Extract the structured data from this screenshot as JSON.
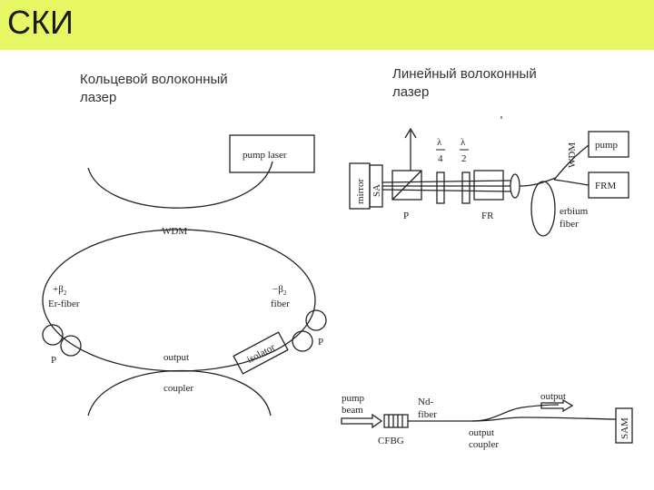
{
  "header": {
    "title": "СКИ",
    "bg_color": "#e5f763"
  },
  "captions": {
    "ring": [
      "Кольцевой волоконный",
      "лазер"
    ],
    "linear": [
      "Линейный волоконный",
      "лазер"
    ]
  },
  "ring_laser": {
    "pump_laser": "pump laser",
    "wdm": "WDM",
    "plus_beta": "+β",
    "minus_beta": "−β",
    "beta_sub": "2",
    "er_fiber": "Er-fiber",
    "fiber": "fiber",
    "p_left": "P",
    "p_right": "P",
    "output": "output",
    "isolator": "isolator",
    "coupler": "coupler"
  },
  "linear_laser": {
    "mirror": "mirror",
    "sa": "SA",
    "p": "P",
    "lambda": "λ",
    "quarter": "4",
    "half": "2",
    "fr": "FR",
    "wdm": "WDM",
    "pump": "pump",
    "frm": "FRM",
    "erbium": "erbium",
    "fiber": "fiber"
  },
  "nd_laser": {
    "pump": "pump",
    "beam": "beam",
    "nd": "Nd-",
    "fiber": "fiber",
    "cfbg": "CFBG",
    "output_top": "output",
    "output_coupler_1": "output",
    "output_coupler_2": "coupler",
    "sam": "SAM"
  }
}
